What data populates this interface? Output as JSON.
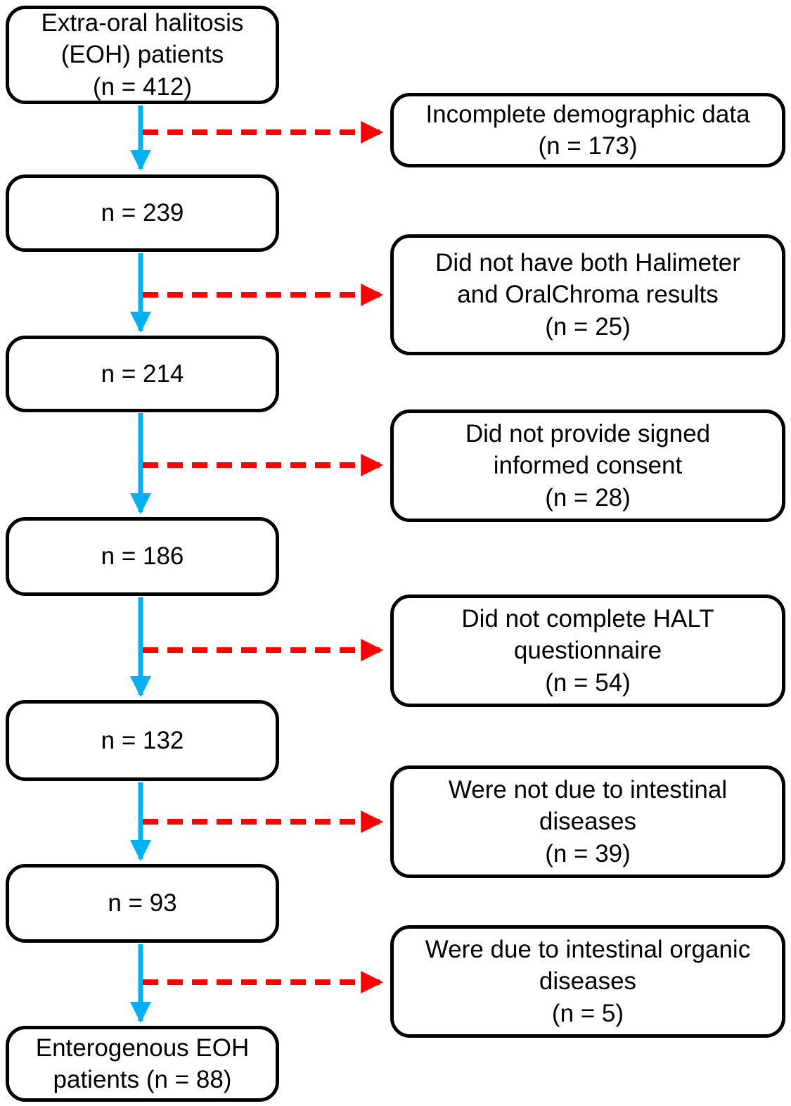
{
  "figure": {
    "type": "patient-flow-diagram",
    "flow_boxes": [
      {
        "label": "Extra-oral halitosis\n(EOH) patients\n(n = 412)"
      },
      {
        "label": "n = 239"
      },
      {
        "label": "n = 214"
      },
      {
        "label": "n = 186"
      },
      {
        "label": "n = 132"
      },
      {
        "label": "n = 93"
      },
      {
        "label": "Enterogenous EOH\npatients (n = 88)"
      }
    ],
    "exclusion_boxes": [
      {
        "label": "Incomplete demographic data\n(n = 173)"
      },
      {
        "label": "Did not have both Halimeter\nand OralChroma results\n(n = 25)"
      },
      {
        "label": "Did not provide signed\ninformed consent\n(n = 28)"
      },
      {
        "label": "Did not complete HALT\nquestionnaire\n(n = 54)"
      },
      {
        "label": "Were not due to intestinal\ndiseases\n(n = 39)"
      },
      {
        "label": "Were due to intestinal organic\ndiseases\n(n = 5)"
      }
    ],
    "colors": {
      "flow_arrow": "#00B0F0",
      "exclusion_arrow": "#FF0000",
      "box_border": "#000000",
      "box_fill": "#FFFFFF",
      "text": "#000000",
      "background": "#FFFFFF"
    }
  }
}
